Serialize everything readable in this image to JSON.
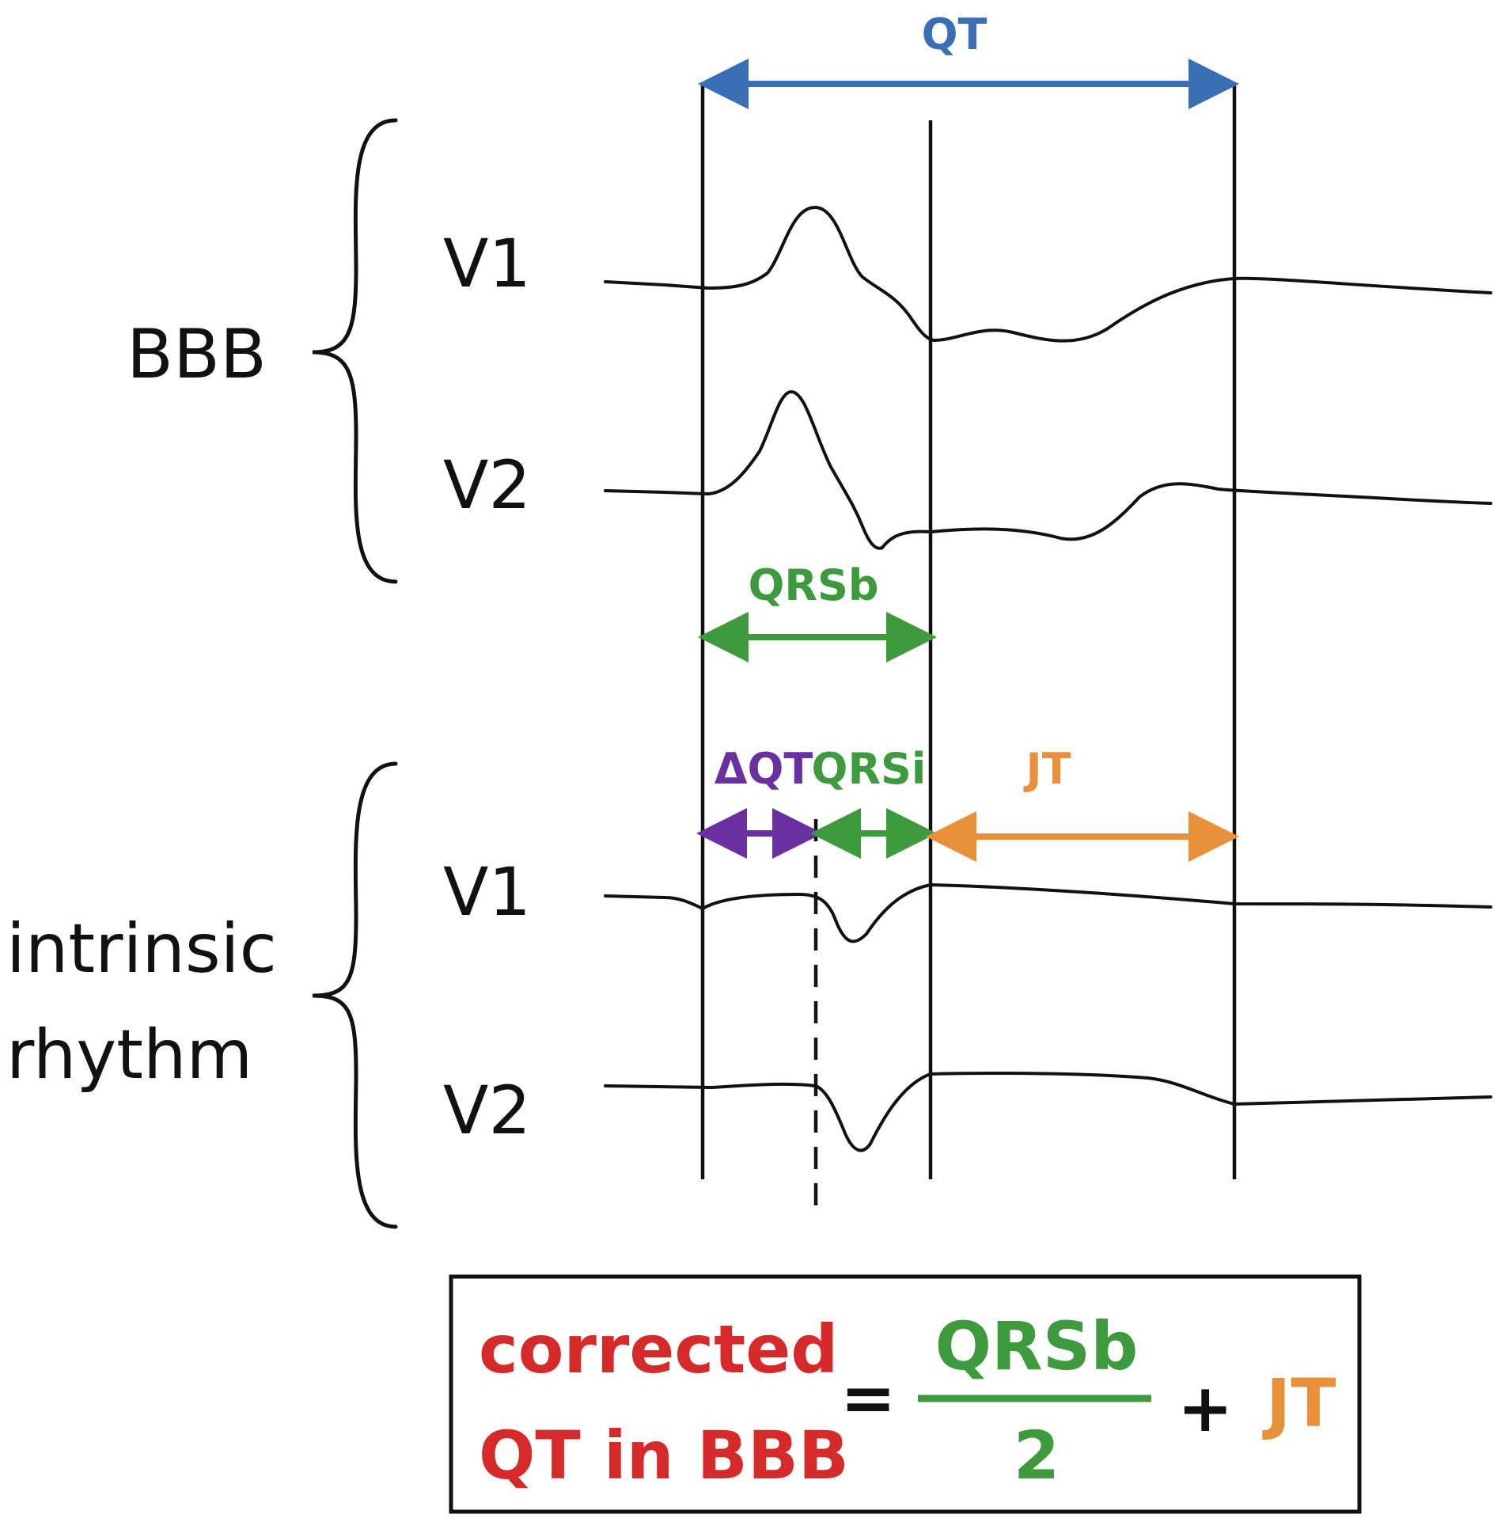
{
  "groups": {
    "bbb": "BBB",
    "intrinsic_line1": "intrinsic",
    "intrinsic_line2": "rhythm"
  },
  "leads": {
    "bbb_v1": "V1",
    "bbb_v2": "V2",
    "intr_v1": "V1",
    "intr_v2": "V2"
  },
  "intervals": {
    "qt": "QT",
    "qrsb": "QRSb",
    "delta_qt": "ΔQT",
    "qrsi": "QRSi",
    "jt": "JT"
  },
  "formula": {
    "lhs_line1": "corrected",
    "lhs_line2": "QT in BBB",
    "equals": "=",
    "numerator": "QRSb",
    "denominator": "2",
    "plus": "+",
    "term": "JT"
  },
  "colors": {
    "qt": "#3a6fb5",
    "qrs": "#3d9a3d",
    "delta_qt": "#6a2fa0",
    "jt": "#e8913a",
    "corrected": "#d62a2a",
    "ink": "#111111"
  }
}
